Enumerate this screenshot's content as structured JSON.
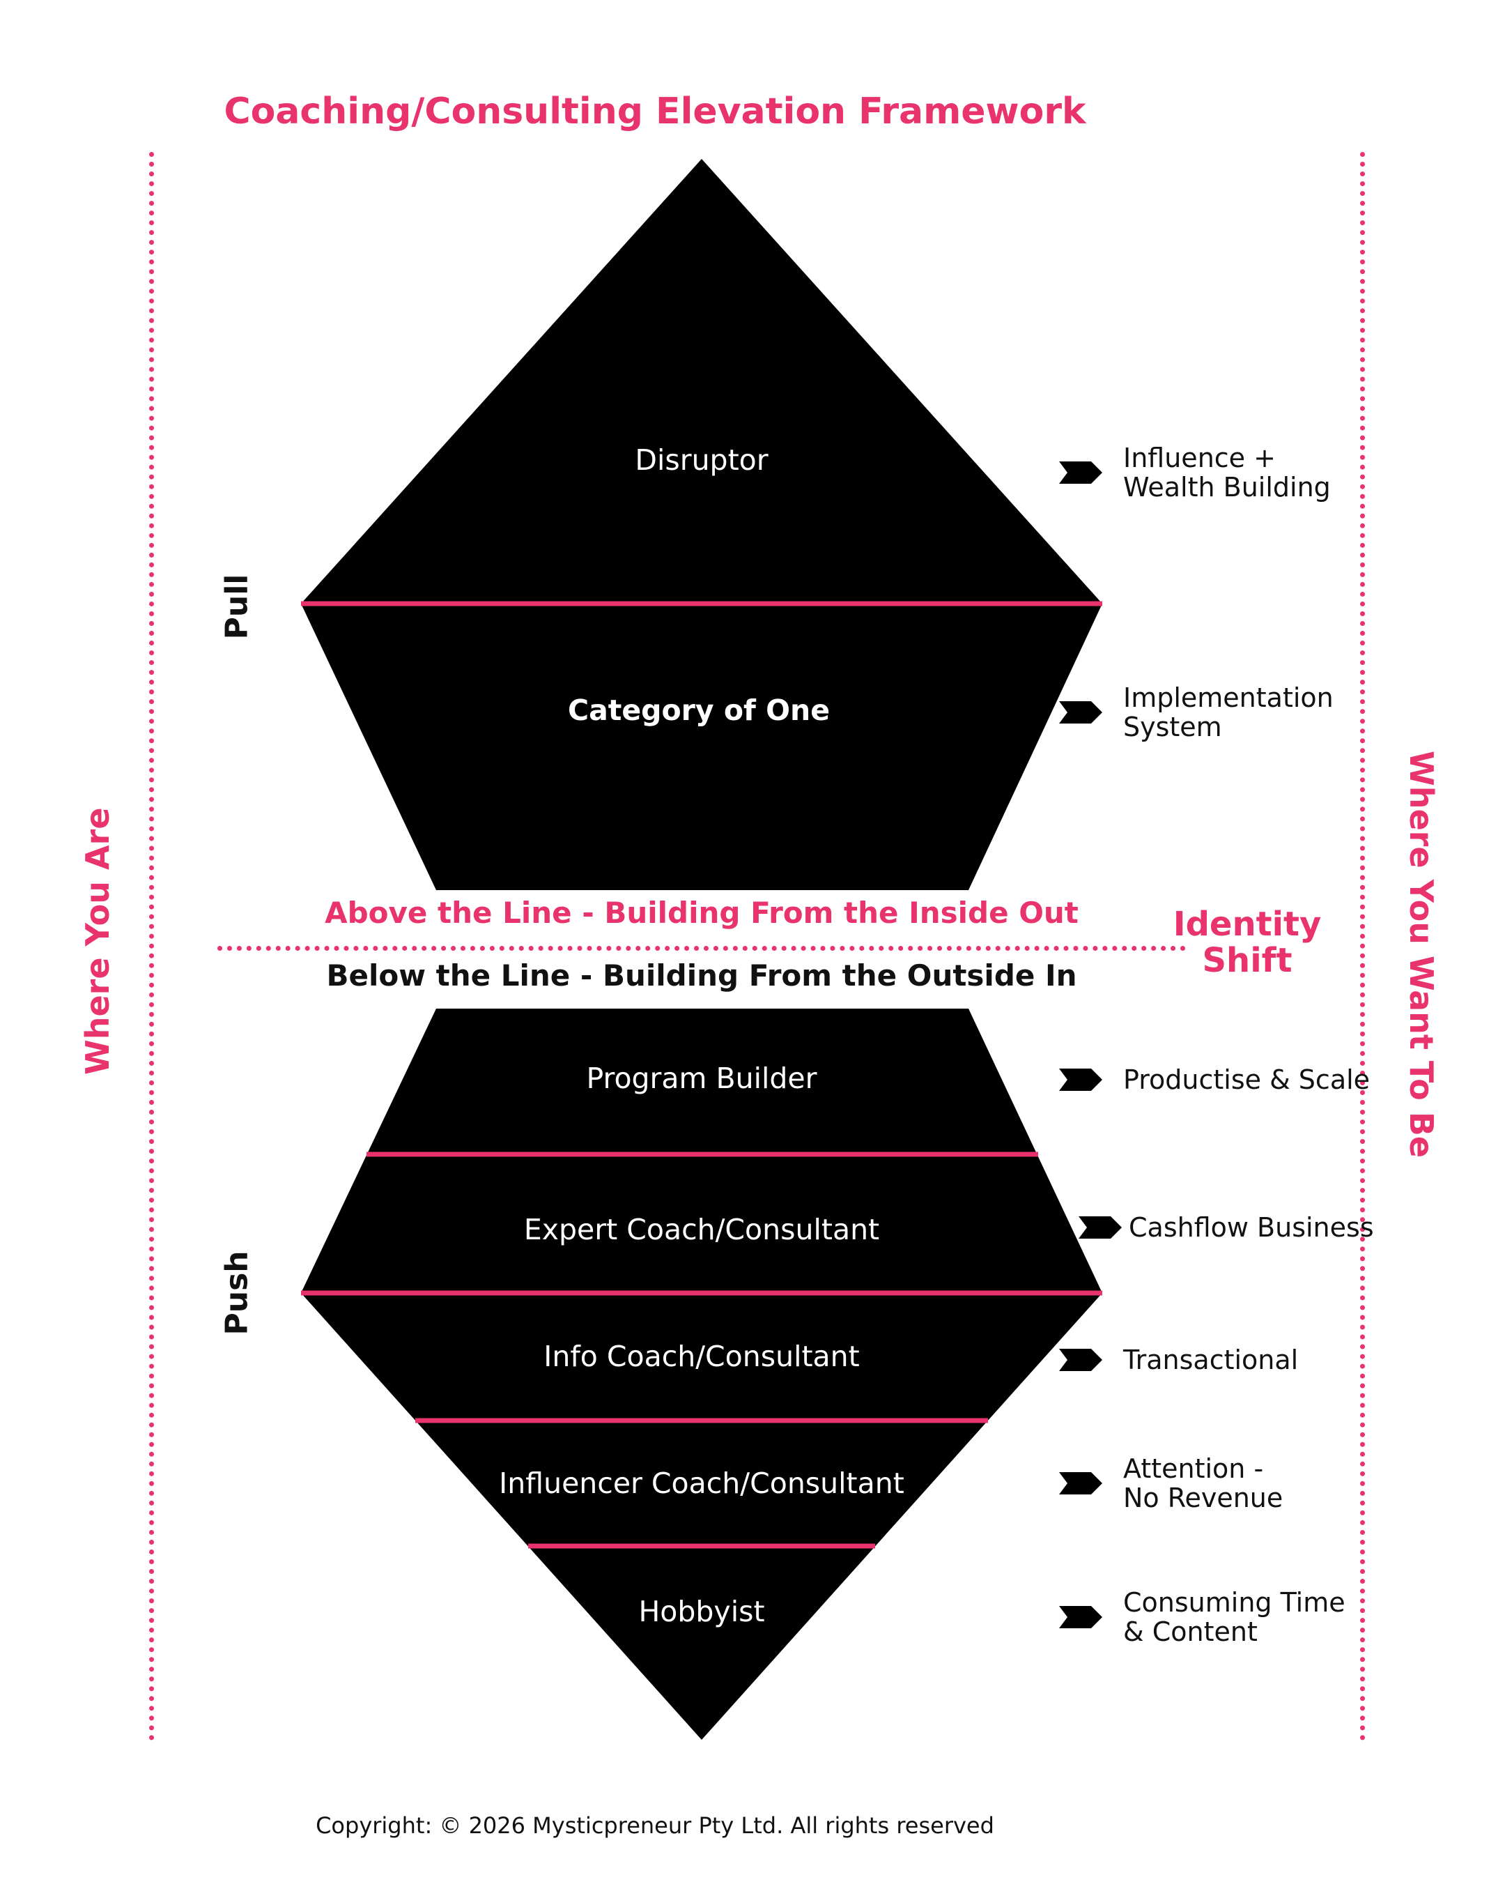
{
  "title": "Coaching/Consulting Elevation Framework",
  "left_axis_label": "Where You Are",
  "right_axis_label": "Where You Want To Be",
  "pull_label": "Pull",
  "push_label": "Push",
  "above_line_caption": "Above the Line - Building From the Inside Out",
  "below_line_caption": "Below the Line - Building From the Outside In",
  "identity_shift": "Identity\nShift",
  "levels": [
    {
      "label": "Disruptor",
      "outcome": "Influence +\nWealth Building"
    },
    {
      "label": "Category of One",
      "outcome": "Implementation\nSystem"
    },
    {
      "label": "Program Builder",
      "outcome": "Productise & Scale"
    },
    {
      "label": "Expert Coach/Consultant",
      "outcome": "Cashflow Business"
    },
    {
      "label": "Info Coach/Consultant",
      "outcome": "Transactional"
    },
    {
      "label": "Influencer Coach/Consultant",
      "outcome": "Attention -\nNo Revenue"
    },
    {
      "label": "Hobbyist",
      "outcome": "Consuming Time\n & Content"
    }
  ],
  "copyright": "Copyright: © 2026 Mysticpreneur Pty Ltd. All rights reserved",
  "colors": {
    "accent": "#e8336d",
    "shape": "#000000"
  }
}
